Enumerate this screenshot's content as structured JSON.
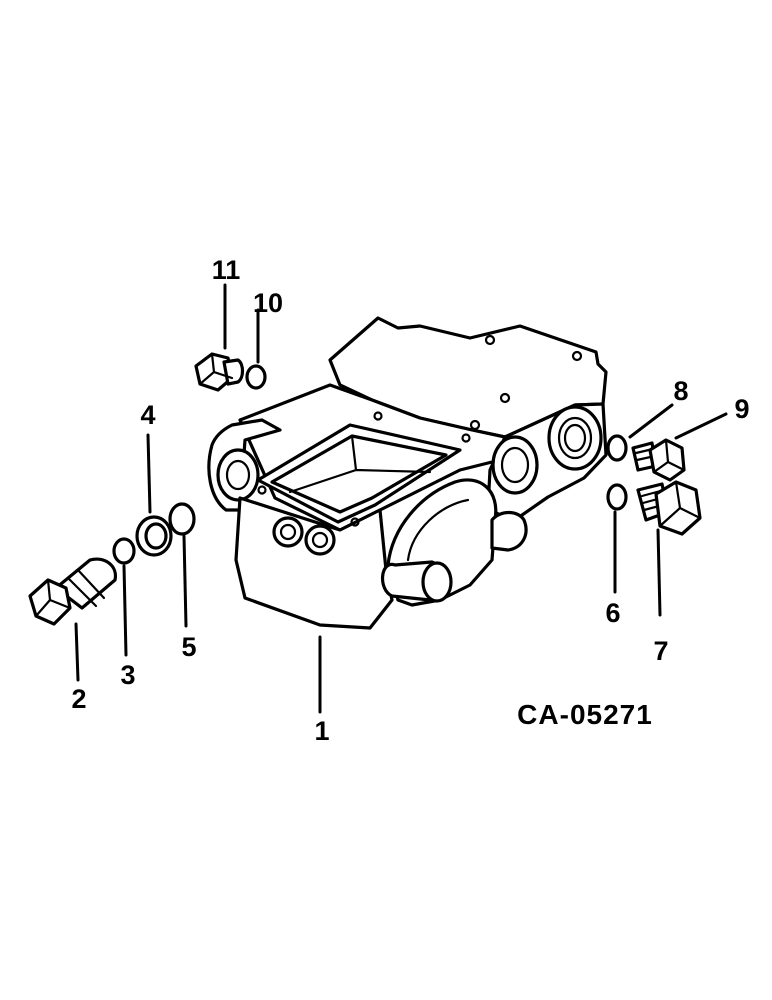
{
  "drawing_code": "CA-05271",
  "callouts": {
    "c1": "1",
    "c2": "2",
    "c3": "3",
    "c4": "4",
    "c5": "5",
    "c6": "6",
    "c7": "7",
    "c8": "8",
    "c9": "9",
    "c10": "10",
    "c11": "11"
  }
}
